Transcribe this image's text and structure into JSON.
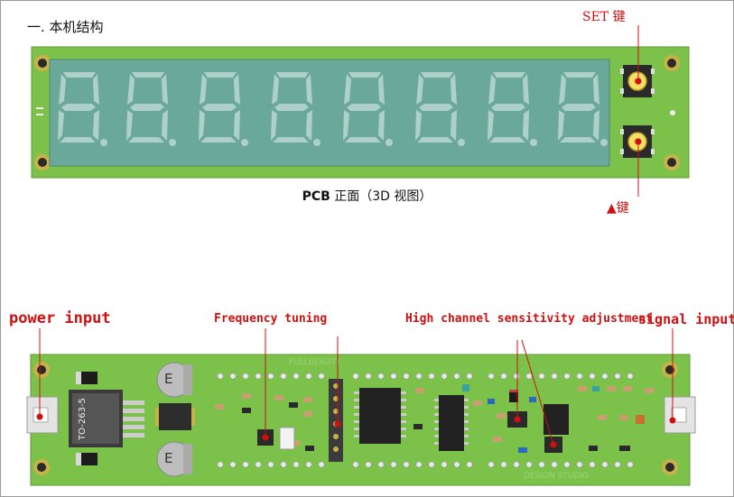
{
  "heading": "一. 本机结构",
  "front_caption_bold": "PCB",
  "front_caption_rest": " 正面（3D 视图）",
  "set_key_label": "SET 键",
  "up_key_label": "▲键",
  "power_label": "power input",
  "freq_label": "Frequency tuning",
  "high_label": "High channel sensitivity adjustment",
  "signal_label": "signal input",
  "regulator_text": "TO-263-5",
  "transistor_text": "E",
  "colors": {
    "pcb": "#7cc24a",
    "display": "#6aa89a",
    "annotation": "#d01010"
  }
}
